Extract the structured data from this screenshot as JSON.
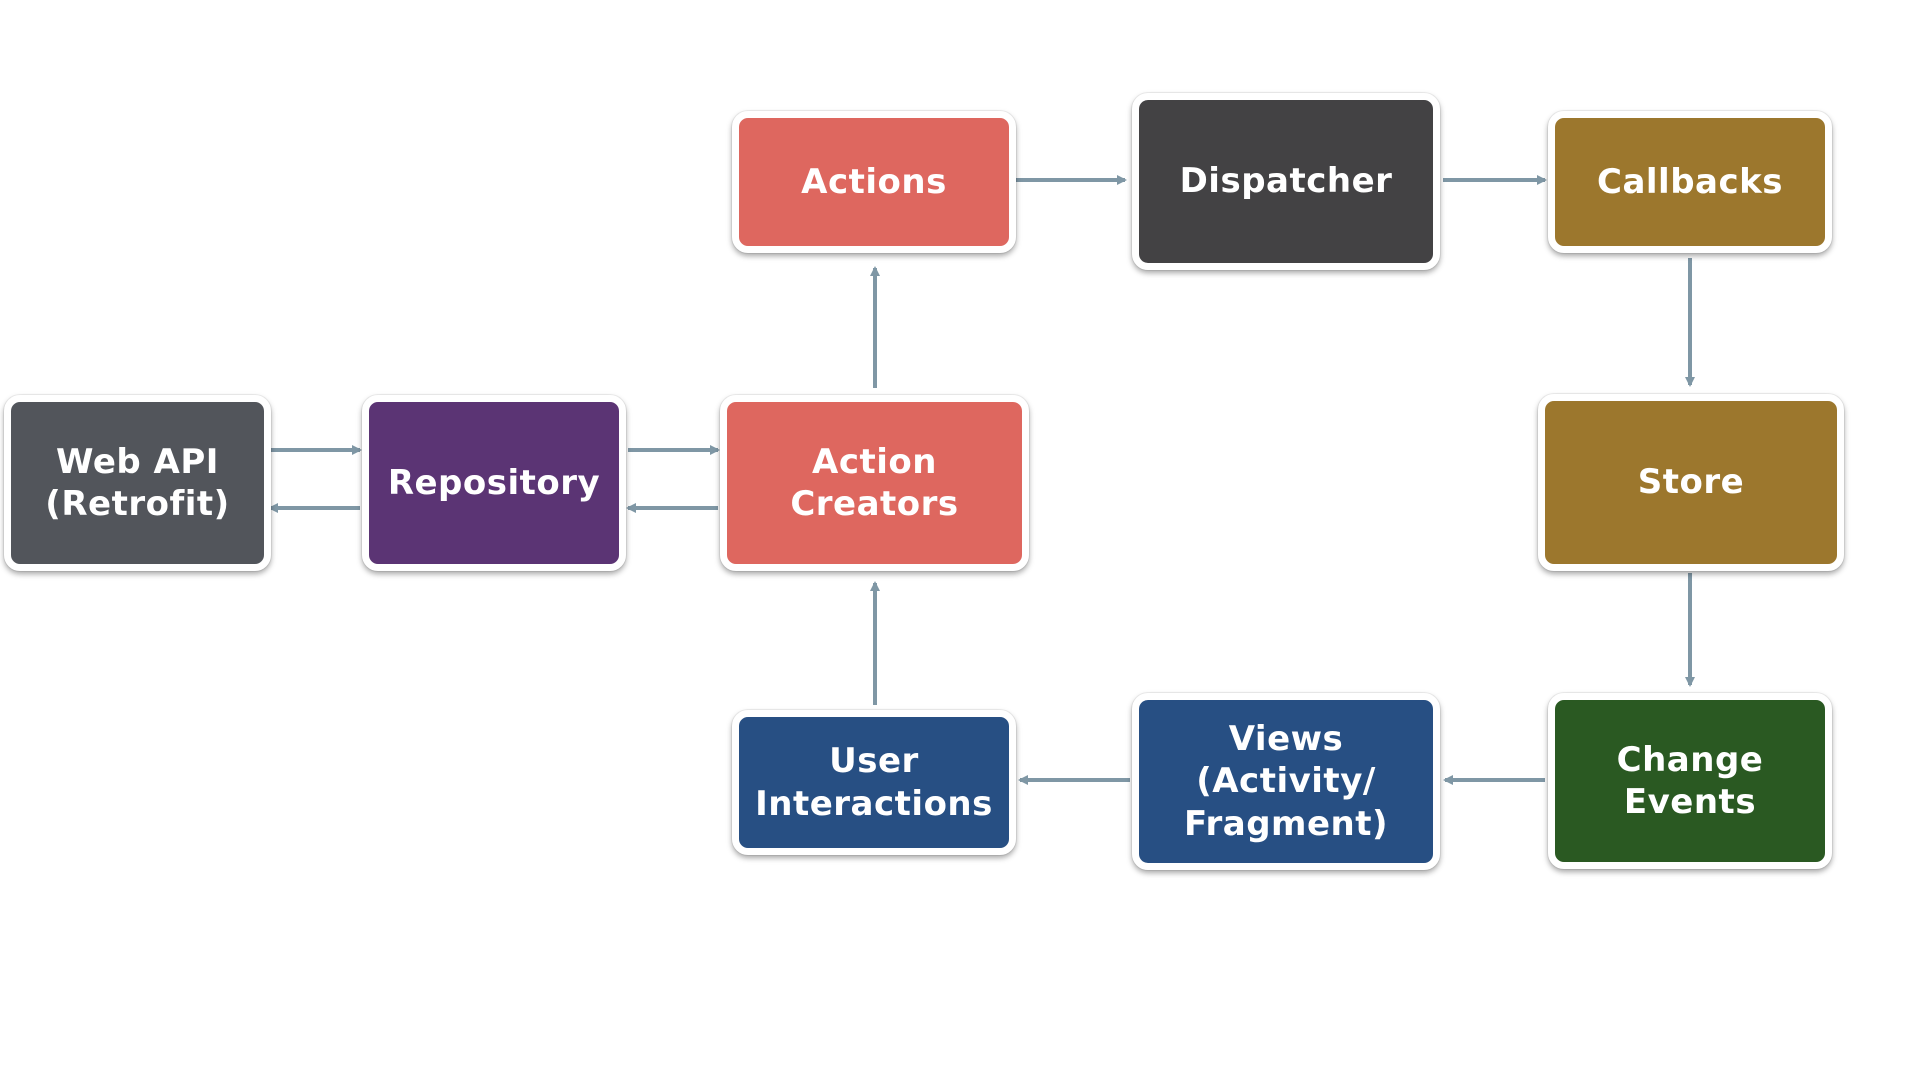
{
  "nodes": {
    "web_api": {
      "label": "Web API\n(Retrofit)",
      "color": "#52555b"
    },
    "repository": {
      "label": "Repository",
      "color": "#5b3474"
    },
    "action_creators": {
      "label": "Action\nCreators",
      "color": "#de675f"
    },
    "actions": {
      "label": "Actions",
      "color": "#de675f"
    },
    "dispatcher": {
      "label": "Dispatcher",
      "color": "#434244"
    },
    "callbacks": {
      "label": "Callbacks",
      "color": "#9c772d"
    },
    "store": {
      "label": "Store",
      "color": "#9c772d"
    },
    "change_events": {
      "label": "Change\nEvents",
      "color": "#2a5922"
    },
    "views": {
      "label": "Views\n(Activity/\nFragment)",
      "color": "#274f83"
    },
    "user_interactions": {
      "label": "User\nInteractions",
      "color": "#274f83"
    }
  },
  "arrow_color": "#7f97a5"
}
